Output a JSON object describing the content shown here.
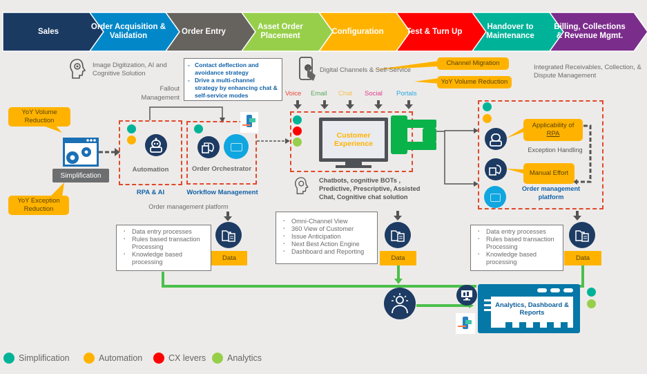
{
  "process_stages": [
    {
      "label": "Sales",
      "color": "#1a3a62"
    },
    {
      "label": "Order Acquisition & Validation",
      "color": "#0288c9"
    },
    {
      "label": "Order Entry",
      "color": "#66625d"
    },
    {
      "label": "Asset Order Placement",
      "color": "#97cf4a"
    },
    {
      "label": "Configuration",
      "color": "#ffb300"
    },
    {
      "label": "Test & Turn Up",
      "color": "#ff0000"
    },
    {
      "label": "Handover to Maintenance",
      "color": "#00b398"
    },
    {
      "label": "Billing, Collections & Revenue Mgmt.",
      "color": "#7b2d8b"
    }
  ],
  "top_notes": {
    "image_digitization": "Image Digitization, AI and Cognitive Solution",
    "fallout_management": "Fallout Management",
    "digital_channels": "Digital Channels & Self-Service",
    "integrated_receivables": "Integrated Receivables, Collection, & Dispute Management"
  },
  "strategy_box": {
    "items": [
      "Contact deflection and avoidance strategy",
      "Drive a multi-channel strategy by enhancing chat & self-service modes"
    ]
  },
  "callouts": {
    "yoy_volume_left": "YoY Volume Reduction",
    "yoy_exception": "YoY Exception Reduction",
    "channel_migration": "Channel Migration",
    "yoy_volume_right": "YoY Volume Reduction",
    "applicability": "Applicability of",
    "applicability_link": "RPA",
    "manual_effort": "Manual Effort"
  },
  "simplification": {
    "label": "Simplification"
  },
  "automation_box": {
    "label": "Automation",
    "caption": "RPA & AI"
  },
  "orchestrator_box": {
    "label": "Order Orchestrator",
    "caption": "Workflow Management"
  },
  "order_mgmt_platform_label": "Order management platform",
  "channels": [
    {
      "label": "Voice",
      "color": "#e8473a"
    },
    {
      "label": "Email",
      "color": "#4caf50"
    },
    {
      "label": "Chat",
      "color": "#f5c242"
    },
    {
      "label": "Social",
      "color": "#e03a8c"
    },
    {
      "label": "Portals",
      "color": "#29a8e0"
    }
  ],
  "customer_experience": {
    "label": "Customer Experience",
    "description": "Chatbots, cognitive BOTs , Predictive, Prescriptive, Assisted Chat, Cognitive chat solution"
  },
  "right_box": {
    "exception_handling": "Exception Handling",
    "caption": "Order management platform"
  },
  "list_left": [
    "Data entry processes",
    "Rules based transaction Processing",
    "Knowledge based processing"
  ],
  "list_middle": [
    "Omni-Channel View",
    "360 View of Customer",
    "Issue Anticipation",
    "Next Best Action Engine",
    "Dashboard and Reporting"
  ],
  "list_right": [
    "Data entry processes",
    "Rules based transaction Processing",
    "Knowledge based processing"
  ],
  "data_label": "Data",
  "analytics": {
    "label": "Analytics, Dashboard & Reports"
  },
  "legend": [
    {
      "label": "Simplification",
      "color": "#00b398"
    },
    {
      "label": "Automation",
      "color": "#ffb300"
    },
    {
      "label": "CX levers",
      "color": "#ff0000"
    },
    {
      "label": "Analytics",
      "color": "#97cf4a"
    }
  ]
}
